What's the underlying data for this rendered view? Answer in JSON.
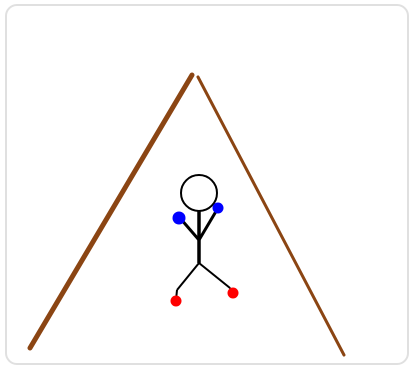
{
  "scene": {
    "background": "#ffffff",
    "border_color": "#e0e0e0",
    "objects": [
      {
        "name": "left-wall",
        "kind": "rock-face",
        "color": "#8b4513"
      },
      {
        "name": "right-wall",
        "kind": "rock-face",
        "color": "#8b4513"
      },
      {
        "name": "climber",
        "kind": "stick-figure",
        "color": "#000000",
        "hands_color": "#0000ff",
        "feet_color": "#ff0000"
      }
    ]
  }
}
